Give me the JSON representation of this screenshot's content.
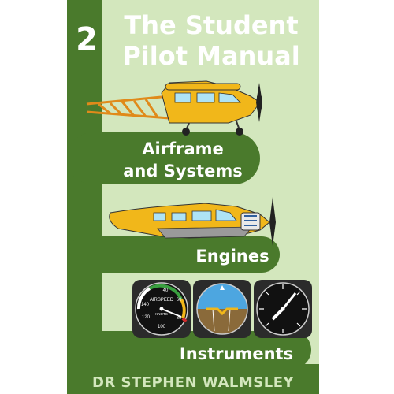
{
  "book": {
    "volume_number": "2",
    "title_line1": "The Student",
    "title_line2": "Pilot Manual",
    "author": "DR STEPHEN WALMSLEY"
  },
  "sections": [
    {
      "line1": "Airframe",
      "line2": "and Systems"
    },
    {
      "line1": "Engines"
    },
    {
      "line1": "Instruments"
    }
  ],
  "instruments": {
    "airspeed": {
      "label": "AIRSPEED",
      "units": "KNOTS",
      "ticks": [
        "40",
        "60",
        "80",
        "100",
        "120",
        "140"
      ]
    }
  },
  "colors": {
    "green": "#4a7a2c",
    "green_dark": "#3a6424",
    "light_green": "#d3e7bd",
    "yellow": "#f1b71a",
    "banner_text": "#2f5f1e",
    "white": "#ffffff"
  }
}
